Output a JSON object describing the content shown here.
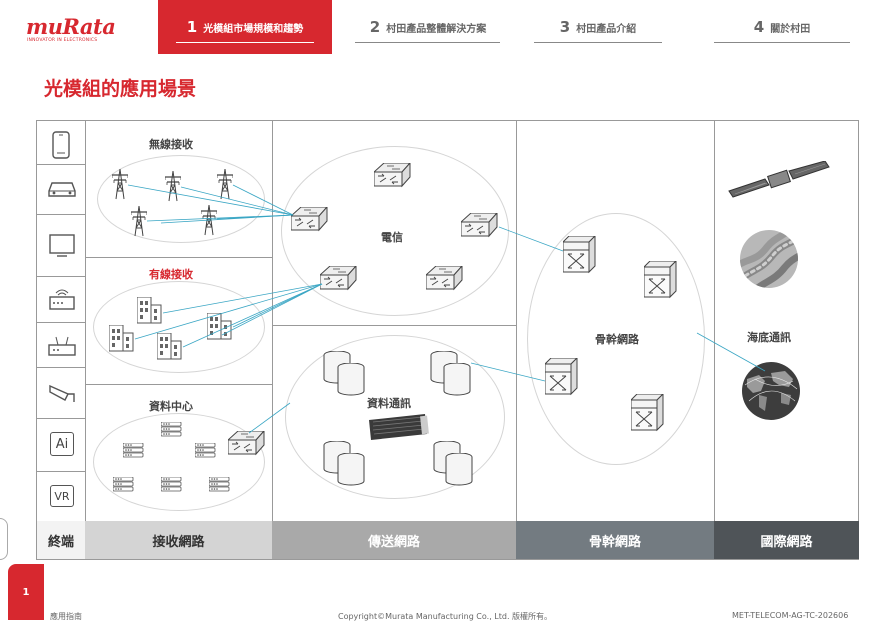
{
  "logo": {
    "word": "muRata",
    "tagline": "INNOVATOR IN ELECTRONICS"
  },
  "tabs": [
    {
      "num": "1",
      "label": "光模組市場規模和趨勢",
      "active": true
    },
    {
      "num": "2",
      "label": "村田產品整體解決方案",
      "active": false
    },
    {
      "num": "3",
      "label": "村田產品介紹",
      "active": false
    },
    {
      "num": "4",
      "label": "關於村田",
      "active": false
    }
  ],
  "page_title": "光模組的應用場景",
  "terminal_icons": [
    "smartphone-icon",
    "car-icon",
    "tv-icon",
    "router-icon",
    "set-top-box-icon",
    "camera-icon",
    "ai-icon",
    "vr-icon"
  ],
  "terminal_icon_text": {
    "ai": "Ai",
    "vr": "VR"
  },
  "sections": {
    "wireless": "無線接收",
    "wired": "有線接收",
    "datacenter": "資料中心",
    "telecom": "電信",
    "datacomm": "資料通訊",
    "backbone": "骨幹網路",
    "submarine": "海底通訊"
  },
  "bands": {
    "terminal": "終端",
    "access": "接收網路",
    "transport": "傳送網路",
    "backbone": "骨幹網路",
    "international": "國際網路"
  },
  "colors": {
    "brand": "#d7282f",
    "link": "#3aa6c4"
  },
  "footer": {
    "page": "1",
    "left": "應用指南",
    "center": "Copyright©Murata Manufacturing Co., Ltd. 版權所有。",
    "right": "MET-TELECOM-AG-TC-202606"
  }
}
